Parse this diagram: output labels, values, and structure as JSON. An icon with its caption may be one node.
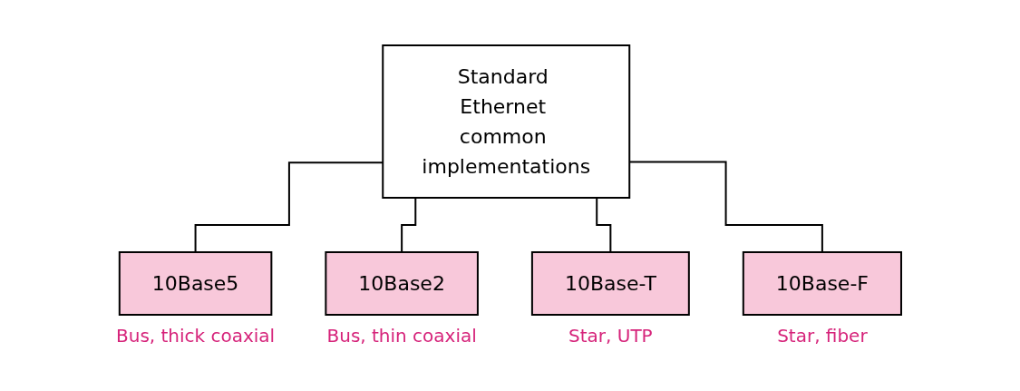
{
  "diagram": {
    "nodes": [
      {
        "text": [
          "Standard Ethernet common implementations"
        ]
      },
      {
        "text": [
          "10Base5"
        ],
        "beside": [
          "Bus, thick coaxial"
        ]
      },
      {
        "text": [
          "10Base2"
        ],
        "beside": [
          "Bus, thin coaxial"
        ]
      },
      {
        "text": [
          "10Base-T"
        ],
        "beside": [
          "Star, UTP"
        ]
      },
      {
        "text": [
          "10Base-F"
        ],
        "beside": [
          "Star, fiber"
        ]
      }
    ],
    "edges": [
      {
        "from": 0,
        "to": 1,
        "arrow": "none"
      },
      {
        "from": 0,
        "to": 2,
        "arrow": "none"
      },
      {
        "from": 0,
        "to": 3,
        "arrow": "none"
      },
      {
        "from": 0,
        "to": 4,
        "arrow": "none"
      }
    ]
  }
}
